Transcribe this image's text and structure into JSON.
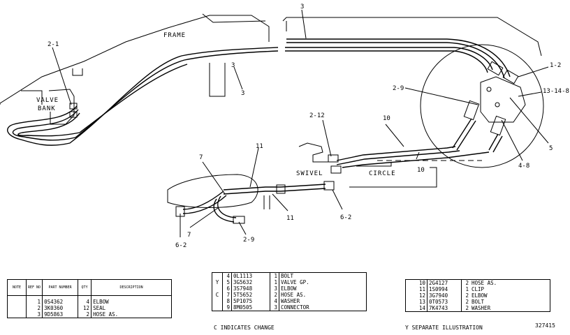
{
  "labels": {
    "frame": "FRAME",
    "valve": "VALVE",
    "bank": "BANK",
    "swivel": "SWIVEL",
    "circle": "CIRCLE",
    "c3_top": "3",
    "c3_a": "3",
    "c3_b": "3",
    "c2_1": "2-1",
    "c1_2": "1-2",
    "c2_9a": "2-9",
    "c13_14_8": "13-14-8",
    "c5": "5",
    "c4_8": "4-8",
    "c10a": "10",
    "c10b": "10",
    "c2_12": "2-12",
    "c11a": "11",
    "c11b": "11",
    "c7a": "7",
    "c7b": "7",
    "c6_2a": "6-2",
    "c6_2b": "6-2",
    "c2_9b": "2-9"
  },
  "table1": {
    "headers": [
      "NOTE",
      "REF NO",
      "PART NUMBER",
      "QTY",
      "DESCRIPTION"
    ],
    "rows": [
      {
        "note": "",
        "ref": "1",
        "part": "0S4362",
        "qty": "4",
        "desc": "ELBOW"
      },
      {
        "note": "",
        "ref": "2",
        "part": "3K0360",
        "qty": "12",
        "desc": "SEAL"
      },
      {
        "note": "",
        "ref": "3",
        "part": "9D5863",
        "qty": "2",
        "desc": "HOSE AS."
      }
    ]
  },
  "table2": {
    "rows": [
      {
        "note": "",
        "ref": "4",
        "part": "0L1113",
        "qty": "1",
        "desc": "BOLT"
      },
      {
        "note": "Y",
        "ref": "5",
        "part": "3G5632",
        "qty": "1",
        "desc": "VALVE GP."
      },
      {
        "note": "",
        "ref": "6",
        "part": "3S7948",
        "qty": "3",
        "desc": "ELBOW"
      },
      {
        "note": "C",
        "ref": "7",
        "part": "5T5652",
        "qty": "2",
        "desc": "HOSE AS."
      },
      {
        "note": "",
        "ref": "8",
        "part": "5P1075",
        "qty": "4",
        "desc": "WASHER"
      },
      {
        "note": "",
        "ref": "9",
        "part": "8M0505",
        "qty": "3",
        "desc": "CONNECTOR"
      }
    ],
    "footnote": "C   INDICATES CHANGE"
  },
  "table3": {
    "rows": [
      {
        "ref": "10",
        "part": "2G4127",
        "qty": "2",
        "desc": "HOSE AS."
      },
      {
        "ref": "11",
        "part": "1S0994",
        "qty": "1",
        "desc": "CLIP"
      },
      {
        "ref": "12",
        "part": "3G7940",
        "qty": "2",
        "desc": "ELBOW"
      },
      {
        "ref": "13",
        "part": "0T0573",
        "qty": "2",
        "desc": "BOLT"
      },
      {
        "ref": "14",
        "part": "7K4743",
        "qty": "2",
        "desc": "WASHER"
      }
    ],
    "footnote": "Y   SEPARATE ILLUSTRATION",
    "figure_id": "327415"
  }
}
